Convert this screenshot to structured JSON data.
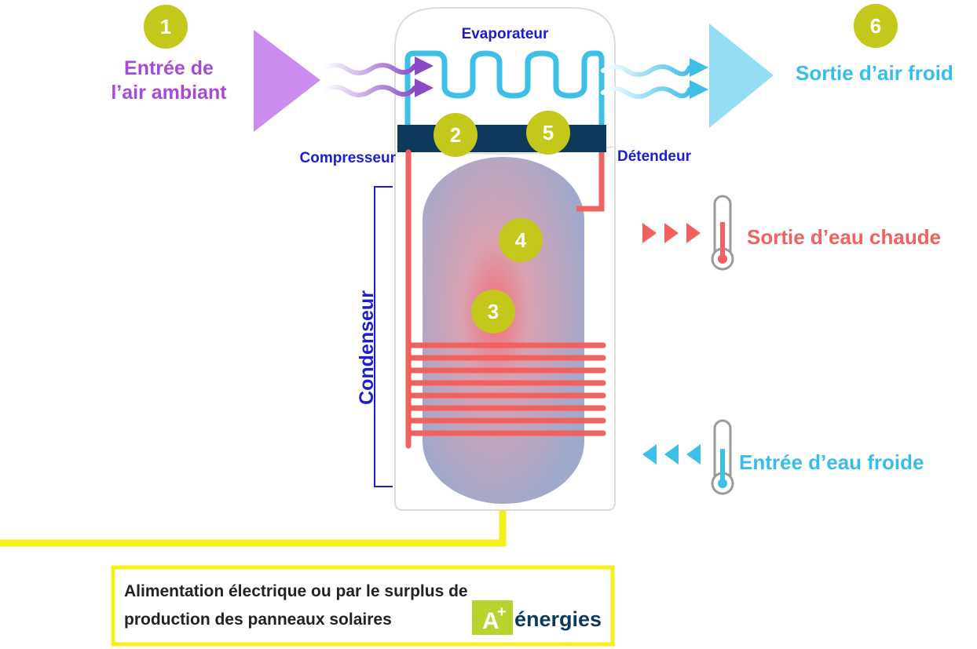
{
  "labels": {
    "air_in": [
      "Entrée de",
      "l’air ambiant"
    ],
    "air_out": "Sortie d’air froid",
    "evaporator": "Evaporateur",
    "compressor": "Compresseur",
    "expansion_valve": "Détendeur",
    "condenser": "Condenseur",
    "hot_water_out": "Sortie d’eau chaude",
    "cold_water_in": "Entrée d’eau froide"
  },
  "steps": [
    "1",
    "2",
    "3",
    "4",
    "5",
    "6"
  ],
  "power": {
    "line1": "Alimentation électrique ou par le surplus de",
    "line2": "production des panneaux solaires"
  },
  "logo": {
    "mark": "A",
    "sup": "+",
    "word": "énergies"
  },
  "colors": {
    "step_badge": "#c3c81a",
    "refrigerant_cold": "#3dbfe8",
    "refrigerant_hot": "#f2605f",
    "compressor_bar": "#0d3a5c",
    "air_in": "#cb8bef",
    "air_out": "#95dcf5",
    "power_line": "#f4f01c",
    "label_blue": "#1a1ecf"
  }
}
